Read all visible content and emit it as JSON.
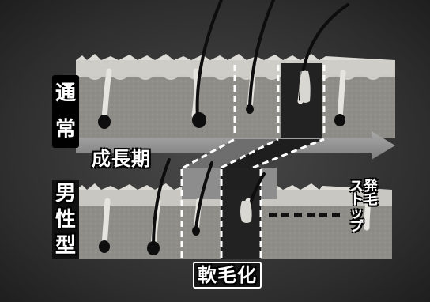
{
  "labels": {
    "normal": [
      "通",
      "常"
    ],
    "male_pattern": [
      "男",
      "性",
      "型"
    ],
    "growth_phase": "成長期",
    "vellus": "軟毛化",
    "stop_col_a": [
      "発",
      "毛"
    ],
    "stop_col_b": [
      "ス",
      "ト",
      "ッ",
      "プ"
    ]
  },
  "colors": {
    "background": "#2e2e2e",
    "skin": "#b8b6b0",
    "dermis": "#8e8c86",
    "arrow": "#8a8a8a",
    "hair": "#0d0d0d",
    "dark_panel": "#222222",
    "dash": "#ffffff"
  }
}
